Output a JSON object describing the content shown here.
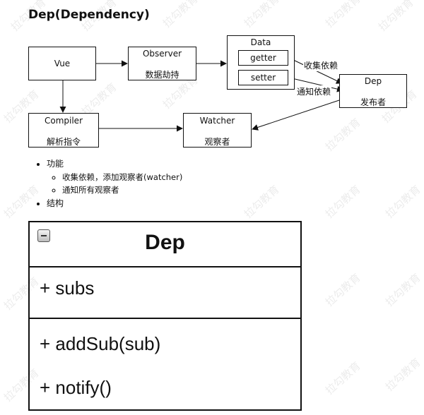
{
  "title": "Dep(Dependency)",
  "diagram": {
    "vue": "Vue",
    "observer": {
      "name": "Observer",
      "desc": "数据劫持"
    },
    "data": {
      "name": "Data",
      "getter": "getter",
      "setter": "setter"
    },
    "dep": {
      "name": "Dep",
      "desc": "发布者"
    },
    "compiler": {
      "name": "Compiler",
      "desc": "解析指令"
    },
    "watcher": {
      "name": "Watcher",
      "desc": "观察者"
    },
    "edge_collect": "收集依赖",
    "edge_notify": "通知依赖"
  },
  "features": {
    "item1": "功能",
    "sub1": "收集依赖，添加观察者(watcher)",
    "sub2": "通知所有观察者",
    "item2": "结构"
  },
  "uml": {
    "class_name": "Dep",
    "attribute": "+ subs",
    "method1": "+ addSub(sub)",
    "method2": "+ notify()"
  },
  "watermark": "拉勾教育"
}
